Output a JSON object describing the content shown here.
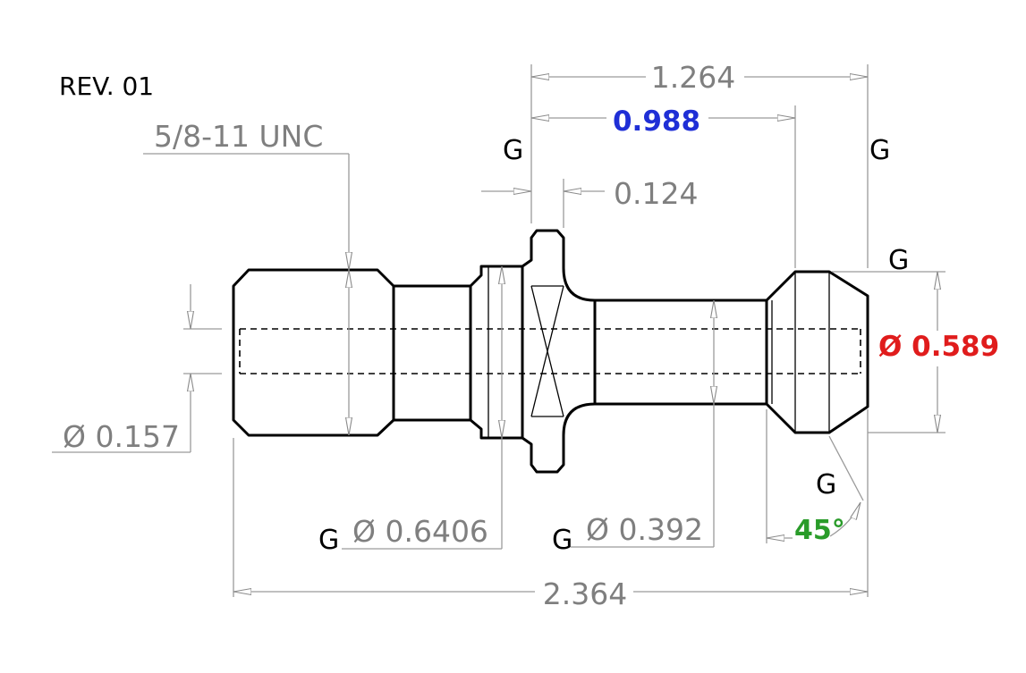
{
  "revision": "REV. 01",
  "dimensions": {
    "overall_length": "2.364",
    "flange_to_end": "1.264",
    "flange_to_neck": "0.988",
    "flange_thickness": "0.124",
    "thread": "5/8-11 UNC",
    "bore_dia": "Ø 0.157",
    "flange_dia": "Ø 0.6406",
    "neck_dia": "Ø 0.392",
    "head_dia": "Ø 0.589",
    "chamfer_angle": "45°"
  },
  "gdt_symbol": "G",
  "colors": {
    "dimension_gray": "#7f7f7f",
    "highlight_blue": "#1f2fd6",
    "highlight_red": "#e01c1c",
    "highlight_green": "#2a9c2a"
  }
}
